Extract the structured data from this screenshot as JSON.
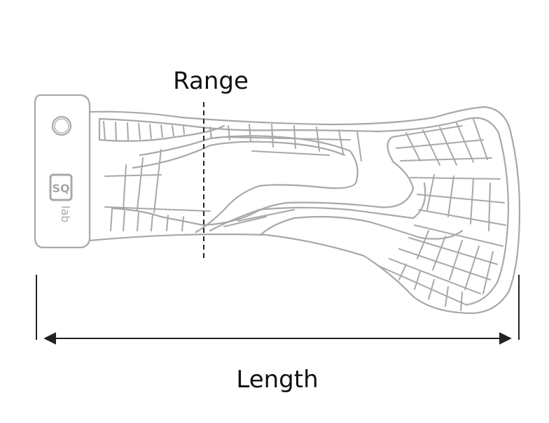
{
  "labels": {
    "range": "Range",
    "length": "Length"
  },
  "logo": {
    "brand_mark": "SQ",
    "brand_word": "lab"
  },
  "colors": {
    "outline": "#a8a8a8",
    "dimension": "#222222",
    "text": "#111111"
  }
}
